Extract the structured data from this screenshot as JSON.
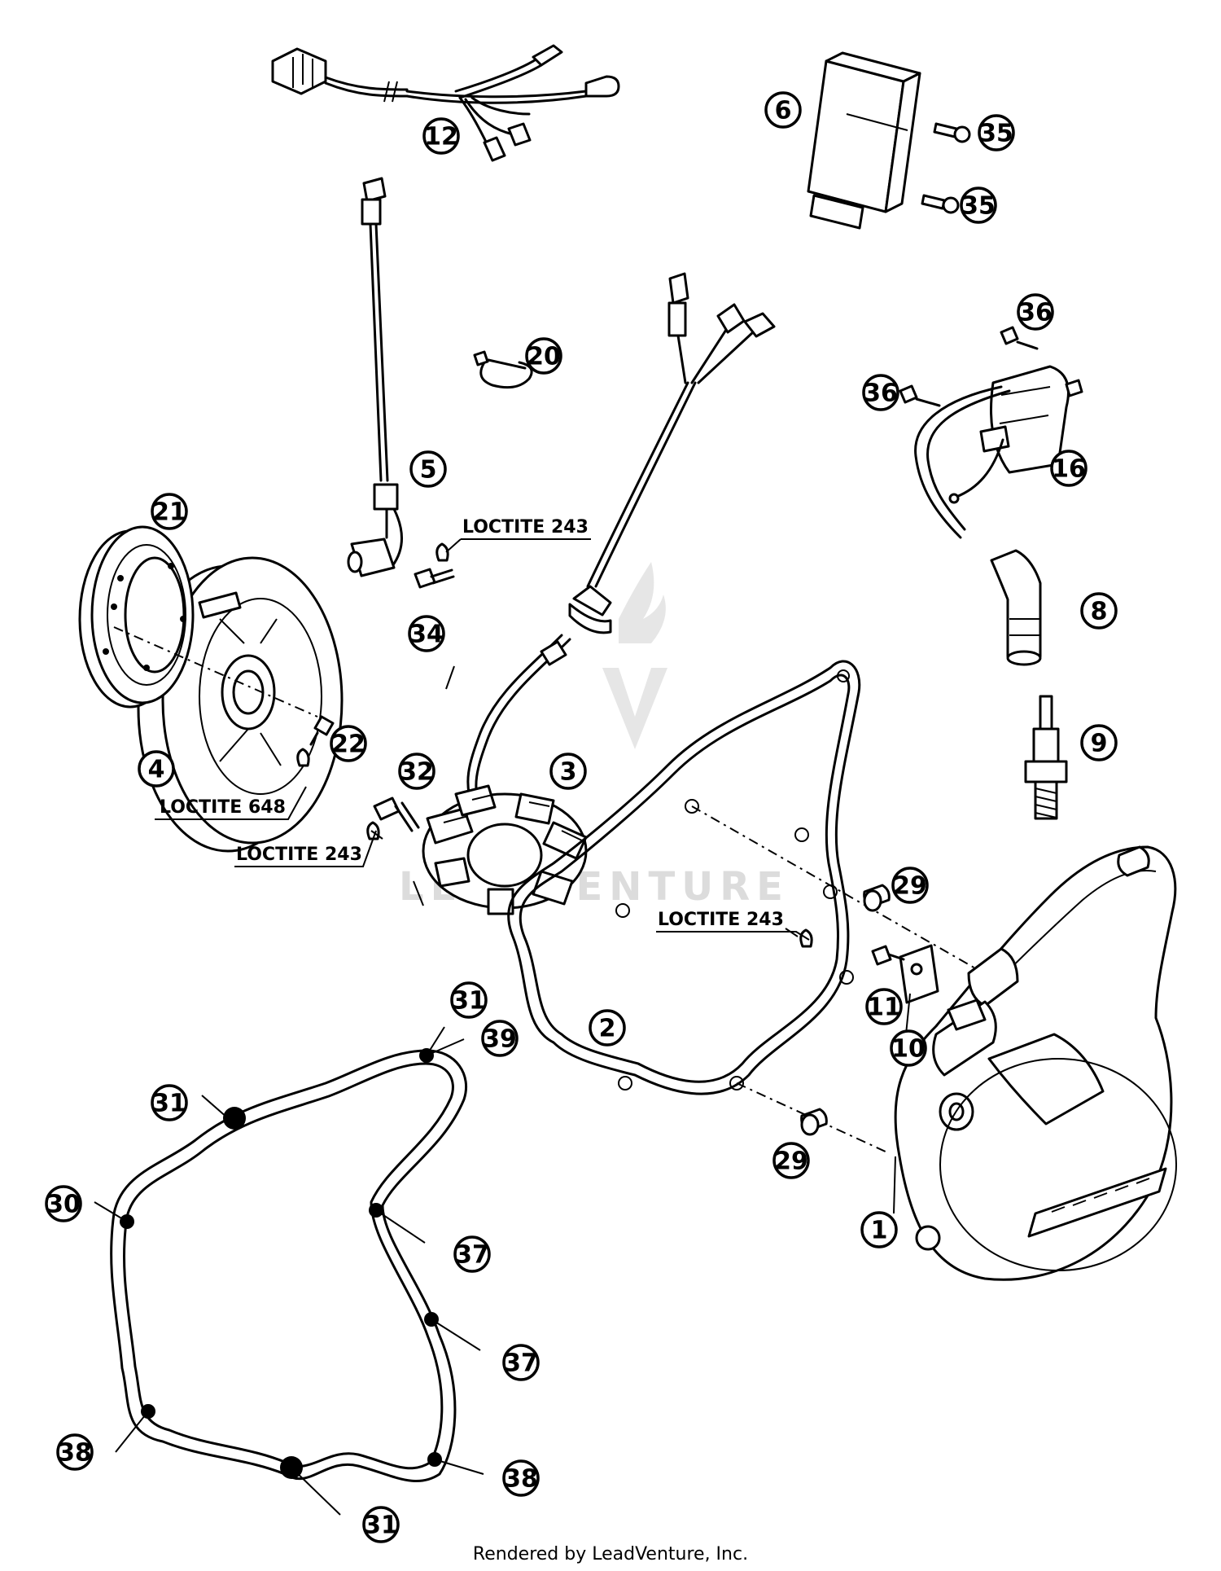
{
  "labels": {
    "c1": "1",
    "c2": "2",
    "c3": "3",
    "c4": "4",
    "c5": "5",
    "c6": "6",
    "c8": "8",
    "c9": "9",
    "c10": "10",
    "c11": "11",
    "c12": "12",
    "c16": "16",
    "c20": "20",
    "c21": "21",
    "c22": "22",
    "c29a": "29",
    "c29b": "29",
    "c30": "30",
    "c31a": "31",
    "c31b": "31",
    "c31c": "31",
    "c32": "32",
    "c34": "34",
    "c35a": "35",
    "c35b": "35",
    "c36a": "36",
    "c36b": "36",
    "c37a": "37",
    "c37b": "37",
    "c38a": "38",
    "c38b": "38",
    "c39": "39"
  },
  "notes": {
    "loctite_243_top": "LOCTITE 243",
    "loctite_648": "LOCTITE 648",
    "loctite_243_left": "LOCTITE 243",
    "loctite_243_right": "LOCTITE 243"
  },
  "watermark": "LEADVENTURE",
  "footer": "Rendered by LeadVenture, Inc."
}
